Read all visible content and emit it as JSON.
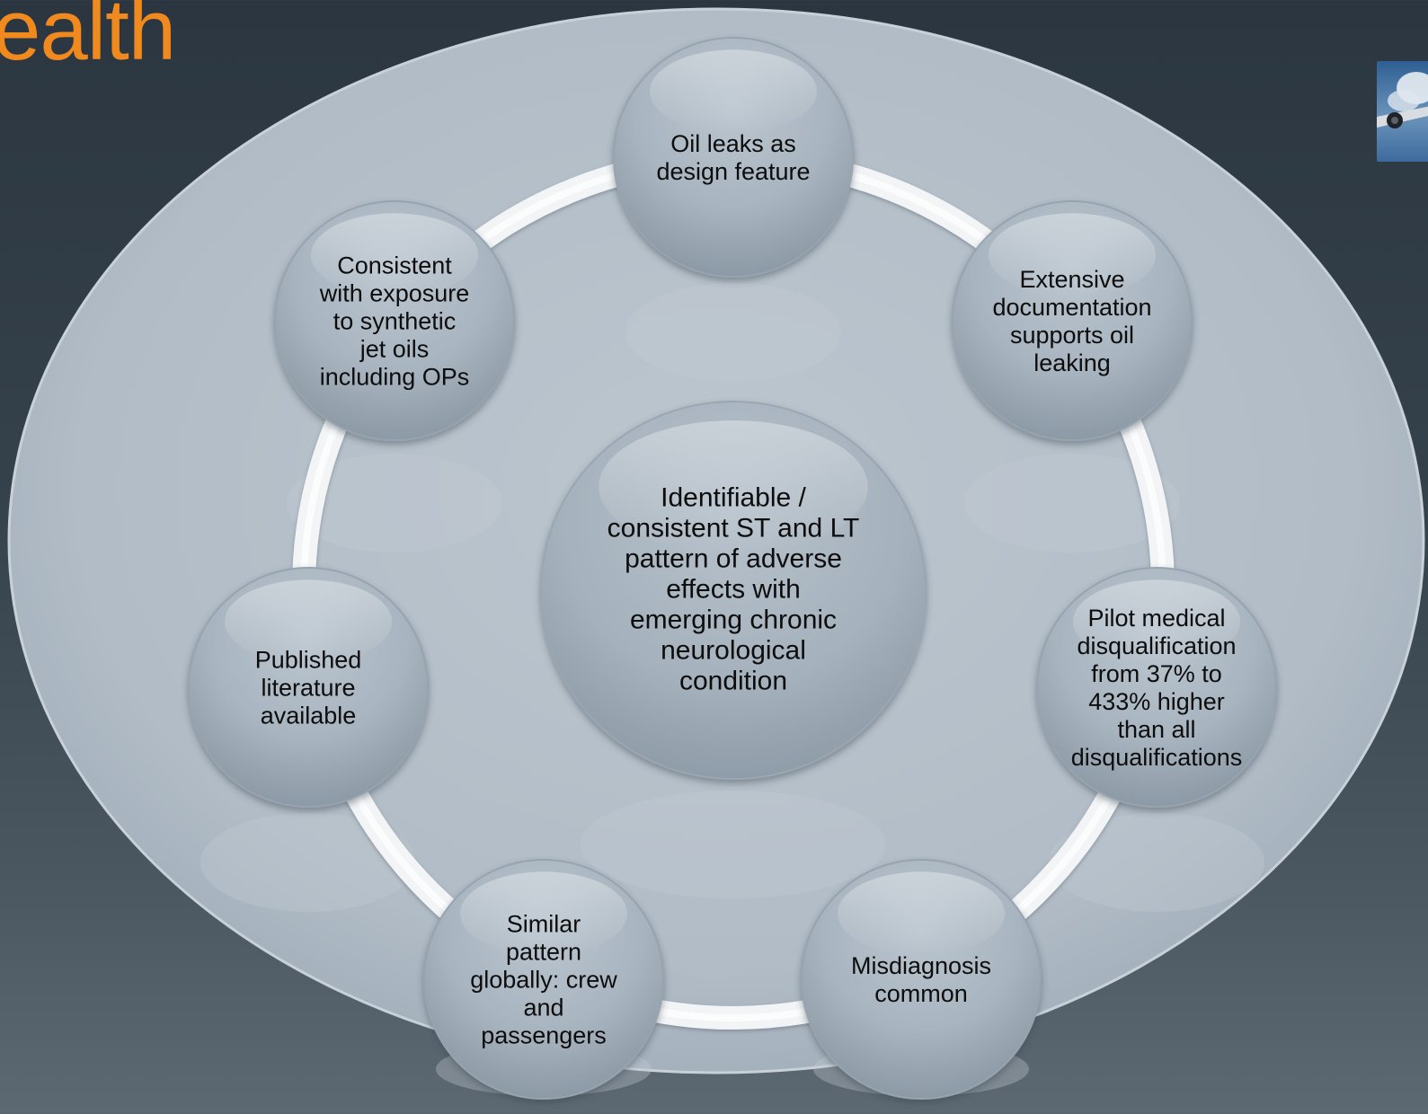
{
  "page": {
    "title_fragment": "ealth"
  },
  "colors": {
    "title": "#f08a1e",
    "background": "#2f3a44",
    "ellipse": "#b4bec8",
    "node": "#a9b5c0",
    "ring": "#f2f2f2",
    "text": "#0d0d0d"
  },
  "diagram": {
    "type": "cycle",
    "center": {
      "lines": [
        "Identifiable /",
        "consistent ST and LT",
        "pattern of adverse",
        "effects with",
        "emerging chronic",
        "neurological",
        "condition"
      ]
    },
    "nodes": [
      {
        "id": "oil-leaks",
        "lines": [
          "Oil leaks as",
          "design feature"
        ]
      },
      {
        "id": "documentation",
        "lines": [
          "Extensive",
          "documentation",
          "supports oil",
          "leaking"
        ]
      },
      {
        "id": "pilot-disqualification",
        "lines": [
          "Pilot medical",
          "disqualification",
          "from 37% to",
          "433% higher",
          "than all",
          "disqualifications"
        ]
      },
      {
        "id": "misdiagnosis",
        "lines": [
          "Misdiagnosis",
          "common"
        ]
      },
      {
        "id": "similar-pattern",
        "lines": [
          "Similar",
          "pattern",
          "globally: crew",
          "and",
          "passengers"
        ]
      },
      {
        "id": "published-literature",
        "lines": [
          "Published",
          "literature",
          "available"
        ]
      },
      {
        "id": "consistent-exposure",
        "lines": [
          "Consistent",
          "with exposure",
          "to synthetic",
          "jet oils",
          "including OPs"
        ]
      }
    ]
  },
  "thumbnail": {
    "icon": "airplane-sky-photo-icon"
  }
}
